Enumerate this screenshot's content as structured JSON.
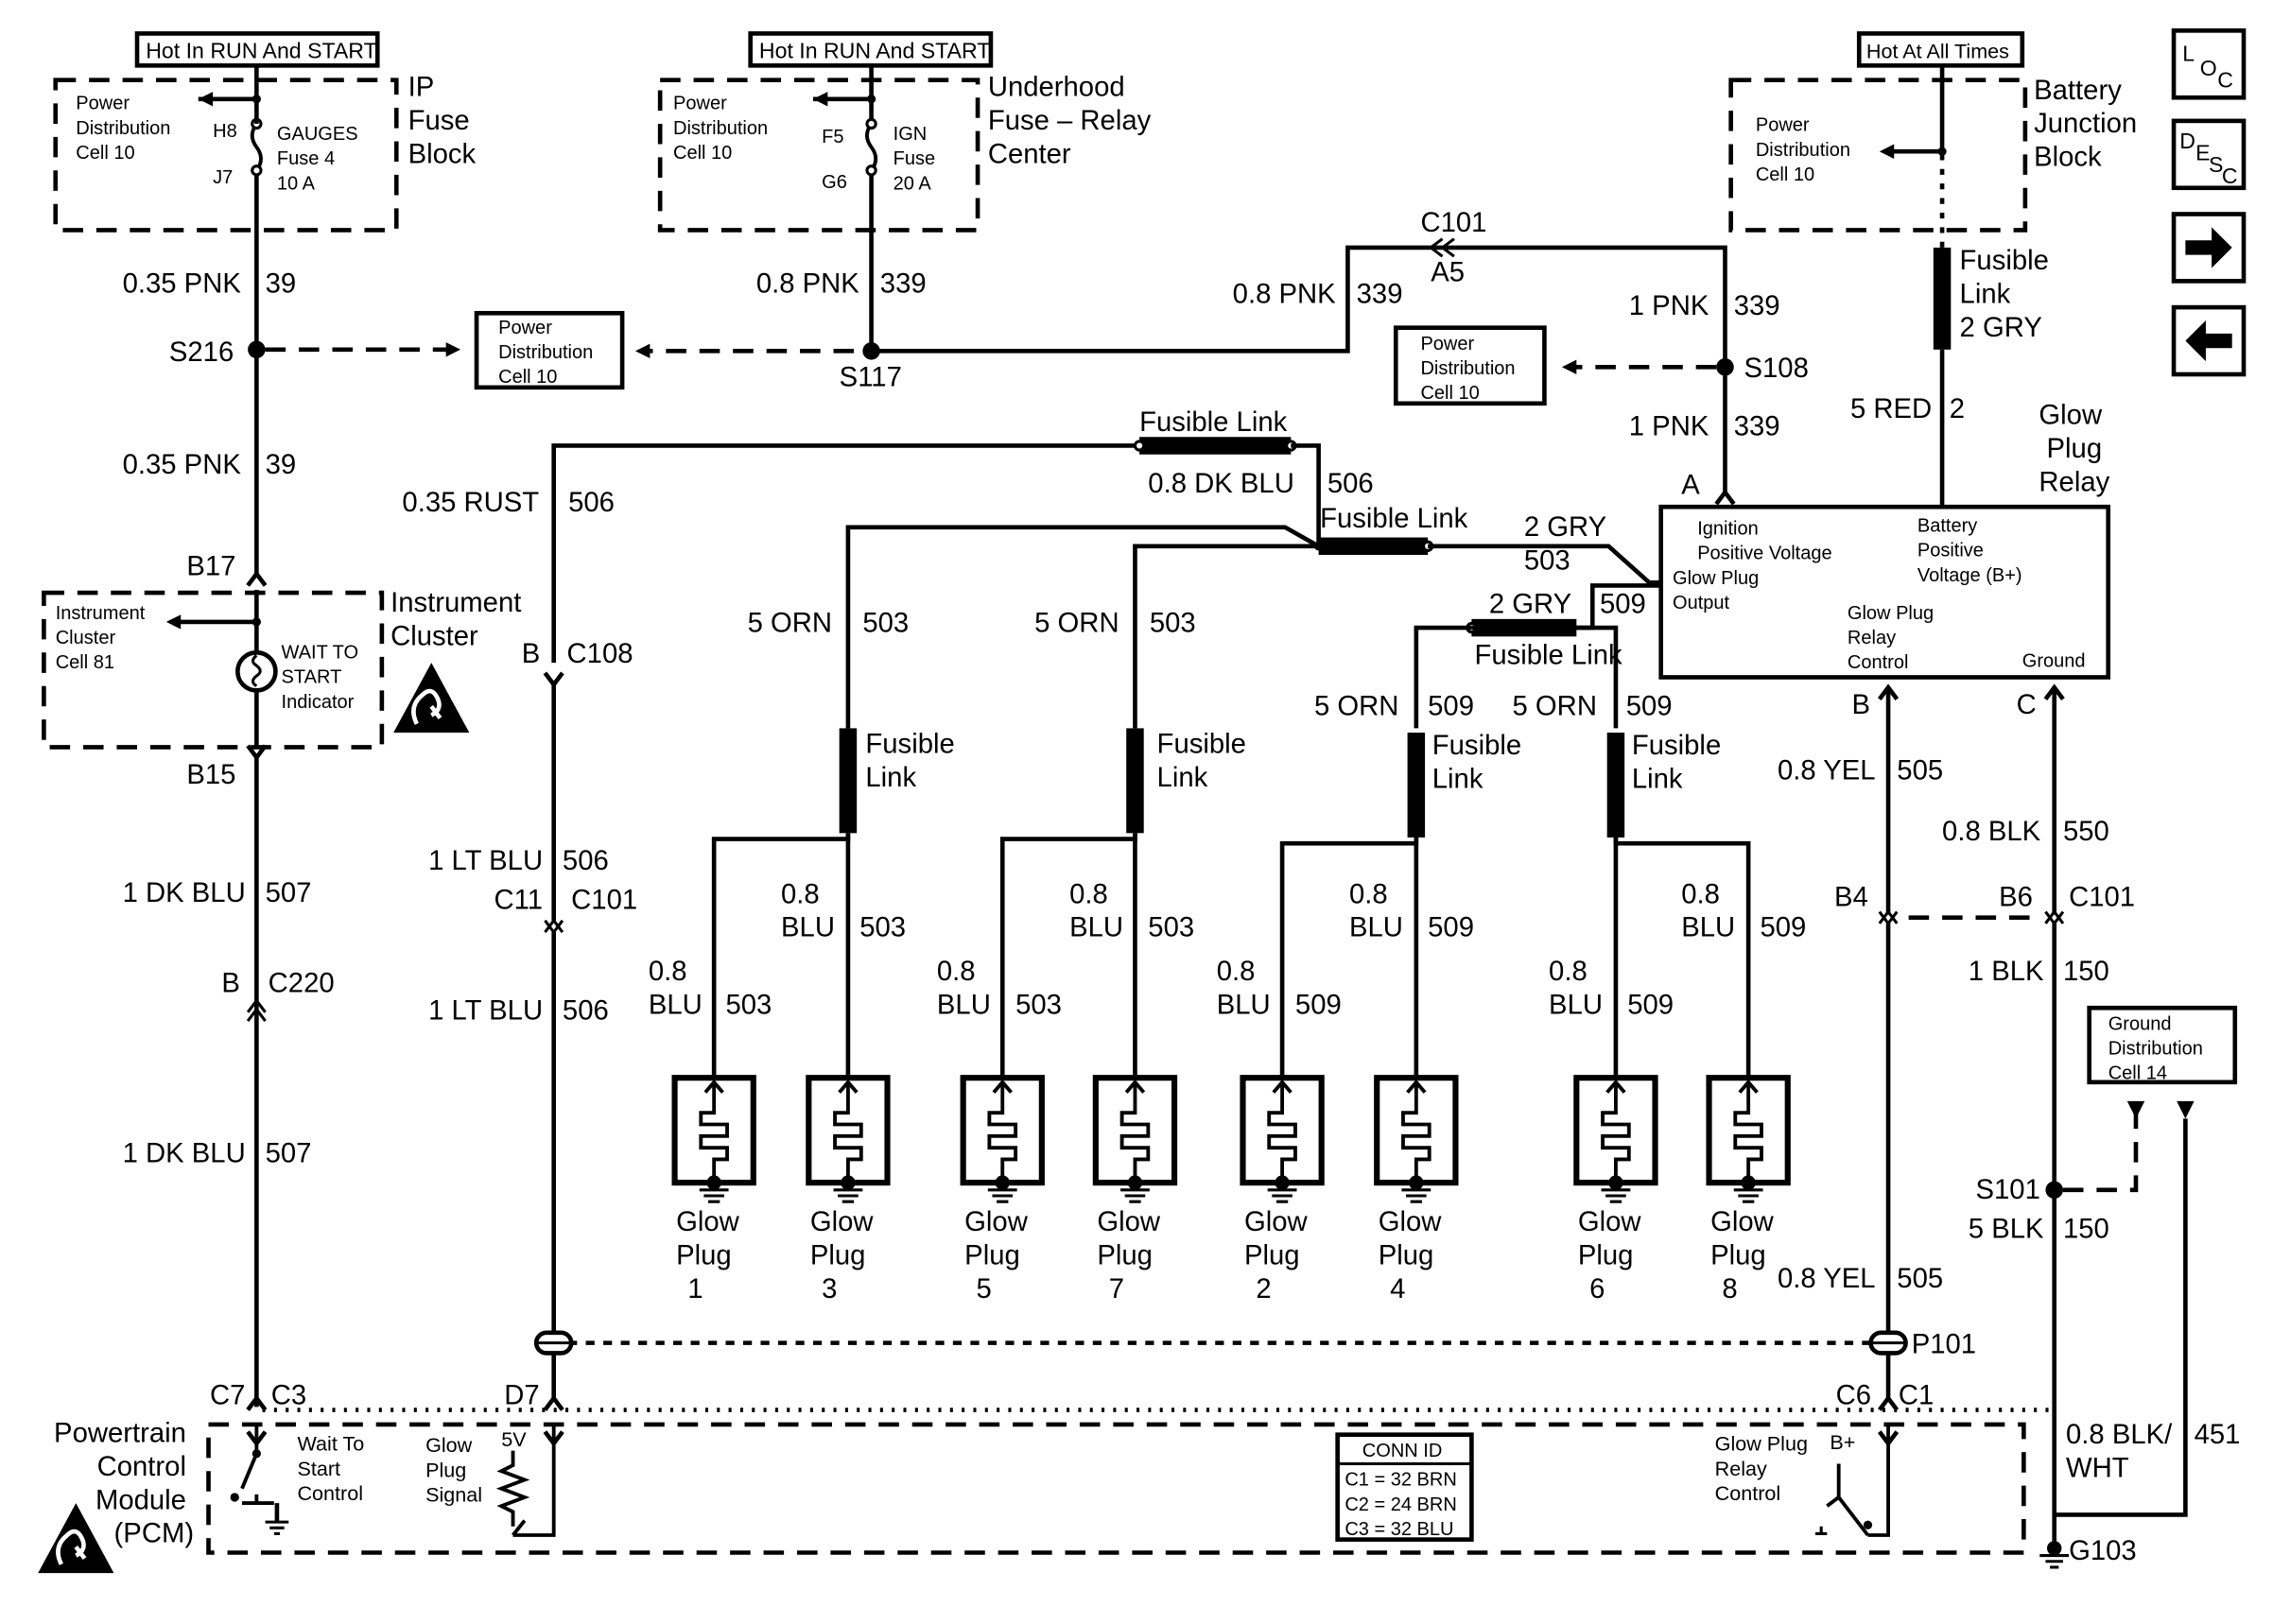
{
  "nav": {
    "loc": "LOC",
    "desc": "DESC"
  },
  "supplies": {
    "ip_hot": "Hot In RUN And START",
    "ip_block": [
      "IP",
      "Fuse",
      "Block"
    ],
    "ip_pd": [
      "Power",
      "Distribution",
      "Cell 10"
    ],
    "ip_h8": "H8",
    "ip_j7": "J7",
    "ip_fuse": [
      "GAUGES",
      "Fuse 4",
      "10 A"
    ],
    "uh_hot": "Hot In RUN And START",
    "uh_block": [
      "Underhood",
      "Fuse – Relay",
      "Center"
    ],
    "uh_pd": [
      "Power",
      "Distribution",
      "Cell 10"
    ],
    "uh_f5": "F5",
    "uh_g6": "G6",
    "uh_fuse": [
      "IGN",
      "Fuse",
      "20 A"
    ],
    "bj_hot": "Hot At All Times",
    "bj_block": [
      "Battery",
      "Junction",
      "Block"
    ],
    "bj_pd": [
      "Power",
      "Distribution",
      "Cell 10"
    ]
  },
  "wires": {
    "w39a": [
      "0.35 PNK",
      "39"
    ],
    "w339a": [
      "0.8 PNK",
      "339"
    ],
    "w339b": [
      "0.8 PNK",
      "339"
    ],
    "w339c": [
      "1 PNK",
      "339"
    ],
    "w339d": [
      "1 PNK",
      "339"
    ],
    "w39b": [
      "0.35 PNK",
      "39"
    ],
    "w506a": [
      "0.35 RUST",
      "506"
    ],
    "w506b": [
      "0.8 DK BLU",
      "506"
    ],
    "w503a": [
      "2 GRY",
      "503"
    ],
    "w509a": [
      "2 GRY",
      "509"
    ],
    "w503b": [
      "5 ORN",
      "503"
    ],
    "w503c": [
      "5 ORN",
      "503"
    ],
    "w509b": [
      "5 ORN",
      "509"
    ],
    "w509c": [
      "5 ORN",
      "509"
    ],
    "w2": [
      "5 RED",
      "2"
    ],
    "w505a": [
      "0.8 YEL",
      "505"
    ],
    "w550": [
      "0.8 BLK",
      "550"
    ],
    "w150a": [
      "1 BLK",
      "150"
    ],
    "w150b": [
      "5 BLK",
      "150"
    ],
    "w505b": [
      "0.8 YEL",
      "505"
    ],
    "w507a": [
      "1 DK BLU",
      "507"
    ],
    "w507b": [
      "1 DK BLU",
      "507"
    ],
    "w506c": [
      "1 LT BLU",
      "506"
    ],
    "w506d": [
      "1 LT BLU",
      "506"
    ],
    "w451": [
      "0.8 BLK/",
      "WHT",
      "451"
    ],
    "p1": [
      "0.8",
      "BLU",
      "503"
    ],
    "p3": [
      "0.8",
      "BLU",
      "503"
    ],
    "p5": [
      "0.8",
      "BLU",
      "503"
    ],
    "p7": [
      "0.8",
      "BLU",
      "503"
    ],
    "p2": [
      "0.8",
      "BLU",
      "509"
    ],
    "p4": [
      "0.8",
      "BLU",
      "509"
    ],
    "p6": [
      "0.8",
      "BLU",
      "509"
    ],
    "p8": [
      "0.8",
      "BLU",
      "509"
    ]
  },
  "splices": {
    "s216": "S216",
    "s117": "S117",
    "s108": "S108",
    "s101": "S101",
    "g103": "G103",
    "p101": "P101"
  },
  "connectors": {
    "c101_top": "C101",
    "a5": "A5",
    "b17": "B17",
    "b15": "B15",
    "b_c108": "B",
    "c108": "C108",
    "c11": "C11",
    "c101_mid": "C101",
    "b_c220": "B",
    "c220": "C220",
    "relay_a": "A",
    "relay_b": "B",
    "relay_c": "C",
    "b4": "B4",
    "b6": "B6",
    "c101_right": "C101",
    "c7": "C7",
    "c3": "C3",
    "d7": "D7",
    "c6": "C6",
    "c1": "C1"
  },
  "pd_cells": {
    "pd_mid": [
      "Power",
      "Distribution",
      "Cell 10"
    ],
    "pd_right": [
      "Power",
      "Distribution",
      "Cell 10"
    ],
    "gd": [
      "Ground",
      "Distribution",
      "Cell 14"
    ]
  },
  "fusible": {
    "top": "Fusible Link",
    "mid": "Fusible Link",
    "low": "Fusible Link",
    "battery": [
      "Fusible",
      "Link",
      "2 GRY"
    ],
    "f1": [
      "Fusible",
      "Link"
    ],
    "f2": [
      "Fusible",
      "Link"
    ],
    "f3": [
      "Fusible",
      "Link"
    ],
    "f4": [
      "Fusible",
      "Link"
    ]
  },
  "cluster": {
    "pd": [
      "Instrument",
      "Cluster",
      "Cell 81"
    ],
    "indicator": [
      "WAIT TO",
      "START",
      "Indicator"
    ],
    "name": [
      "Instrument",
      "Cluster"
    ]
  },
  "relay": {
    "title": [
      "Glow",
      "Plug",
      "Relay"
    ],
    "ign": [
      "Ignition",
      "Positive Voltage"
    ],
    "bat": [
      "Battery",
      "Positive",
      "Voltage (B+)"
    ],
    "out": [
      "Glow Plug",
      "Output"
    ],
    "ctl": [
      "Glow Plug",
      "Relay",
      "Control"
    ],
    "gnd": "Ground"
  },
  "plugs": [
    {
      "label": [
        "Glow",
        "Plug",
        "1"
      ]
    },
    {
      "label": [
        "Glow",
        "Plug",
        "3"
      ]
    },
    {
      "label": [
        "Glow",
        "Plug",
        "5"
      ]
    },
    {
      "label": [
        "Glow",
        "Plug",
        "7"
      ]
    },
    {
      "label": [
        "Glow",
        "Plug",
        "2"
      ]
    },
    {
      "label": [
        "Glow",
        "Plug",
        "4"
      ]
    },
    {
      "label": [
        "Glow",
        "Plug",
        "6"
      ]
    },
    {
      "label": [
        "Glow",
        "Plug",
        "8"
      ]
    }
  ],
  "pcm": {
    "name": [
      "Powertrain",
      "Control",
      "Module",
      "(PCM)"
    ],
    "wts": [
      "Wait To",
      "Start",
      "Control"
    ],
    "gps": [
      "Glow",
      "Plug",
      "Signal"
    ],
    "v5": "5V",
    "rc": [
      "Glow Plug",
      "Relay",
      "Control"
    ],
    "bplus": "B+",
    "conn_title": "CONN ID",
    "conn": [
      "C1 = 32 BRN",
      "C2 = 24 BRN",
      "C3 = 32 BLU"
    ]
  }
}
